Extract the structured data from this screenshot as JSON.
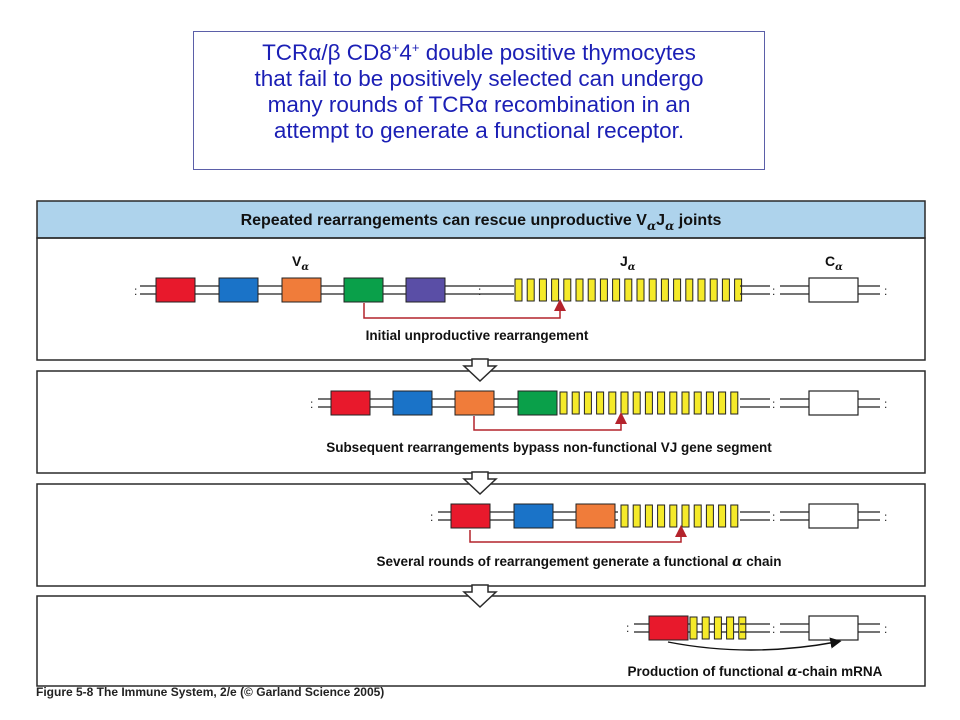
{
  "caption": {
    "line1_a": "TCR",
    "line1_alpha": "α",
    "line1_slash": "/",
    "line1_beta": "β",
    "line1_b": " CD8",
    "line1_sup1": "+",
    "line1_c": "4",
    "line1_sup2": "+",
    "line1_d": " double positive thymocytes",
    "line2": "that fail to be positively selected can undergo",
    "line3_a": "many rounds of TCR",
    "line3_alpha": "α",
    "line3_b": " recombination in an",
    "line4": "attempt to generate a functional receptor."
  },
  "figure": {
    "header_prefix": "Repeated rearrangements can rescue unproductive V",
    "header_sub1": "α",
    "header_mid": "J",
    "header_sub2": "α",
    "header_suffix": " joints",
    "segment_labels": {
      "v": "V",
      "j": "J",
      "c": "C",
      "sub": "α"
    },
    "panels": [
      {
        "label": "Initial  unproductive  rearrangement"
      },
      {
        "label": "Subsequent rearrangements bypass  non-functional  VJ  gene  segment"
      },
      {
        "label_prefix": "Several rounds of rearrangement generate a functional ",
        "label_alpha": "α",
        "label_suffix": " chain"
      },
      {
        "label_prefix": "Production of functional ",
        "label_alpha": "α",
        "label_suffix": "-chain mRNA"
      }
    ],
    "credit": "Figure 5-8  The Immune System, 2/e (© Garland Science 2005)"
  },
  "colors": {
    "caption_text": "#1b1fb5",
    "header_fill": "#aed3ec",
    "panel_border": "#2a2a2a",
    "v_red": "#e8192c",
    "v_blue": "#1a73c8",
    "v_orange": "#f07c3a",
    "v_green": "#0aa04a",
    "v_purple": "#5a4ea6",
    "j_yellow": "#f5ea2a",
    "arrow_red": "#b4232c"
  }
}
